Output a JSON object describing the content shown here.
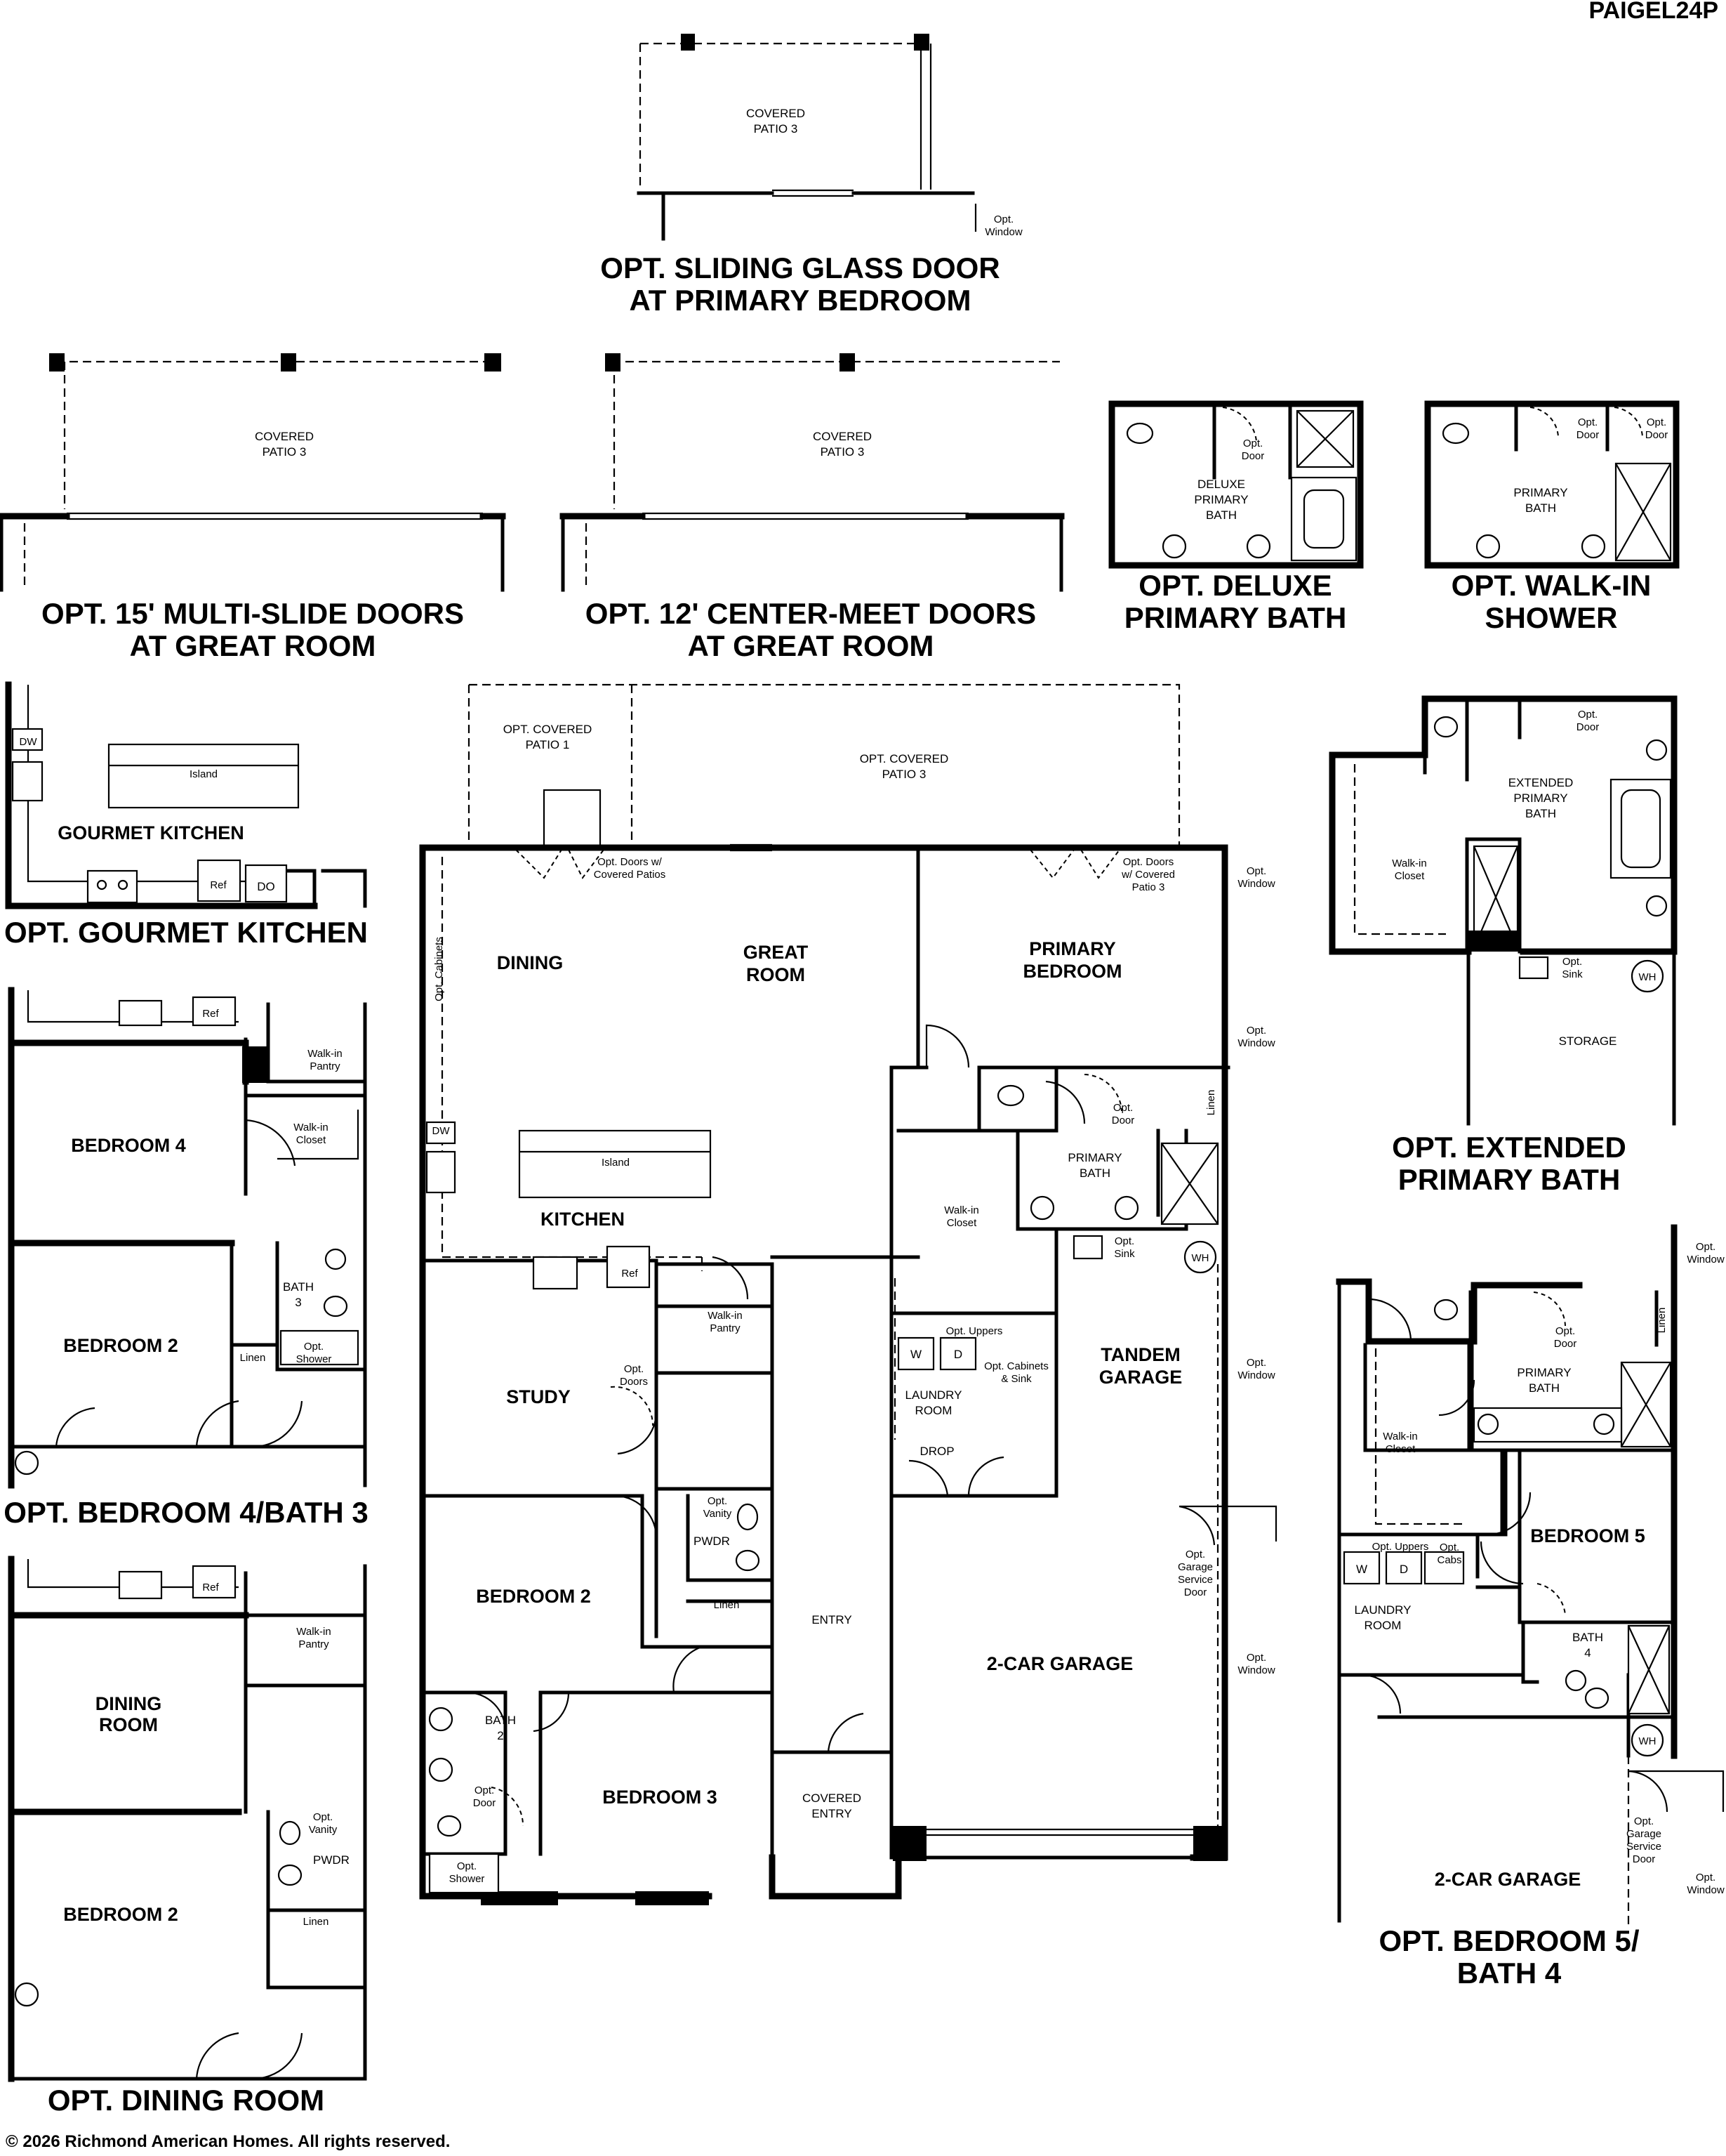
{
  "plan_code": "PAIGEL24P",
  "copyright": "© 2026 Richmond American Homes. All rights reserved.",
  "options": {
    "sliding_door": {
      "line1": "OPT. SLIDING GLASS DOOR",
      "line2": "AT PRIMARY BEDROOM",
      "patio": [
        "COVERED",
        "PATIO 3"
      ],
      "window": [
        "Opt.",
        "Window"
      ]
    },
    "multi_slide": {
      "line1": "OPT. 15' MULTI-SLIDE DOORS",
      "line2": "AT GREAT ROOM",
      "patio": [
        "COVERED",
        "PATIO 3"
      ]
    },
    "center_meet": {
      "line1": "OPT. 12' CENTER-MEET DOORS",
      "line2": "AT GREAT ROOM",
      "patio": [
        "COVERED",
        "PATIO 3"
      ]
    },
    "deluxe_bath": {
      "line1": "OPT. DELUXE",
      "line2": "PRIMARY BATH",
      "room": [
        "DELUXE",
        "PRIMARY",
        "BATH"
      ],
      "door": [
        "Opt.",
        "Door"
      ]
    },
    "walkin_shower": {
      "line1": "OPT. WALK-IN",
      "line2": "SHOWER",
      "room": [
        "PRIMARY",
        "BATH"
      ],
      "door1": [
        "Opt.",
        "Door"
      ],
      "door2": [
        "Opt.",
        "Door"
      ]
    },
    "gourmet_kitchen": {
      "title": "OPT. GOURMET KITCHEN",
      "room": "GOURMET KITCHEN",
      "island": "Island",
      "dw": "DW",
      "ref": "Ref",
      "do": "DO"
    },
    "extended_bath": {
      "line1": "OPT. EXTENDED",
      "line2": "PRIMARY BATH",
      "room": [
        "EXTENDED",
        "PRIMARY",
        "BATH"
      ],
      "closet": [
        "Walk-in",
        "Closet"
      ],
      "door": [
        "Opt.",
        "Door"
      ],
      "sink": [
        "Opt.",
        "Sink"
      ],
      "wh": "WH",
      "storage": "STORAGE"
    },
    "bedroom4": {
      "title": "OPT. BEDROOM 4/BATH 3",
      "bed4": "BEDROOM 4",
      "bed2": "BEDROOM 2",
      "bath": [
        "BATH",
        "3"
      ],
      "pantry": [
        "Walk-in",
        "Pantry"
      ],
      "closet": [
        "Walk-in",
        "Closet"
      ],
      "shower": [
        "Opt.",
        "Shower"
      ],
      "linen": "Linen",
      "ref": "Ref"
    },
    "dining_room": {
      "title": "OPT. DINING ROOM",
      "dining": [
        "DINING",
        "ROOM"
      ],
      "bed2": "BEDROOM 2",
      "pantry": [
        "Walk-in",
        "Pantry"
      ],
      "vanity": [
        "Opt.",
        "Vanity"
      ],
      "pwdr": "PWDR",
      "linen": "Linen",
      "ref": "Ref"
    },
    "bedroom5": {
      "line1": "OPT. BEDROOM 5/",
      "line2": "BATH 4",
      "bath": [
        "PRIMARY",
        "BATH"
      ],
      "closet": [
        "Walk-in",
        "Closet"
      ],
      "bed5": "BEDROOM 5",
      "bath4": [
        "BATH",
        "4"
      ],
      "laundry": [
        "LAUNDRY",
        "ROOM"
      ],
      "garage": "2-CAR GARAGE",
      "wh": "WH",
      "linen": "Linen",
      "uppers": "Opt. Uppers",
      "cabs": [
        "Opt.",
        "Cabs"
      ],
      "door": [
        "Opt.",
        "Door"
      ],
      "gsd": [
        "Opt.",
        "Garage",
        "Service",
        "Door"
      ],
      "window1": [
        "Opt.",
        "Window"
      ],
      "window2": [
        "Opt.",
        "Window"
      ],
      "w": "W",
      "d": "D"
    }
  },
  "main": {
    "patio1": [
      "OPT. COVERED",
      "PATIO 1"
    ],
    "patio3": [
      "OPT. COVERED",
      "PATIO 3"
    ],
    "doors1": [
      "Opt. Doors w/",
      "Covered Patios"
    ],
    "doors2": [
      "Opt. Doors",
      "w/ Covered",
      "Patio 3"
    ],
    "cabinets": "Opt. Cabinets",
    "dining": "DINING",
    "great": [
      "GREAT",
      "ROOM"
    ],
    "primary_bed": [
      "PRIMARY",
      "BEDROOM"
    ],
    "window1": [
      "Opt.",
      "Window"
    ],
    "window2": [
      "Opt.",
      "Window"
    ],
    "window3": [
      "Opt.",
      "Window"
    ],
    "window4": [
      "Opt.",
      "Window"
    ],
    "dw": "DW",
    "island": "Island",
    "kitchen": "KITCHEN",
    "ref": "Ref",
    "pantry": [
      "Walk-in",
      "Pantry"
    ],
    "closet": [
      "Walk-in",
      "Closet"
    ],
    "primary_bath": [
      "PRIMARY",
      "BATH"
    ],
    "opt_door": [
      "Opt.",
      "Door"
    ],
    "linen": "Linen",
    "opt_sink": [
      "Opt.",
      "Sink"
    ],
    "wh": "WH",
    "uppers": "Opt. Uppers",
    "w": "W",
    "d": "D",
    "cab_sink": [
      "Opt. Cabinets",
      "& Sink"
    ],
    "laundry": [
      "LAUNDRY",
      "ROOM"
    ],
    "drop": "DROP",
    "tandem": [
      "TANDEM",
      "GARAGE"
    ],
    "study": "STUDY",
    "opt_doors": [
      "Opt.",
      "Doors"
    ],
    "vanity": [
      "Opt.",
      "Vanity"
    ],
    "pwdr": "PWDR",
    "linen2": "Linen",
    "bed2": "BEDROOM 2",
    "entry": "ENTRY",
    "gsd": [
      "Opt.",
      "Garage",
      "Service",
      "Door"
    ],
    "garage2": "2-CAR GARAGE",
    "bath2": [
      "BATH",
      "2"
    ],
    "opt_door2": [
      "Opt.",
      "Door"
    ],
    "bed3": "BEDROOM 3",
    "covered_entry": [
      "COVERED",
      "ENTRY"
    ],
    "shower": [
      "Opt.",
      "Shower"
    ]
  }
}
